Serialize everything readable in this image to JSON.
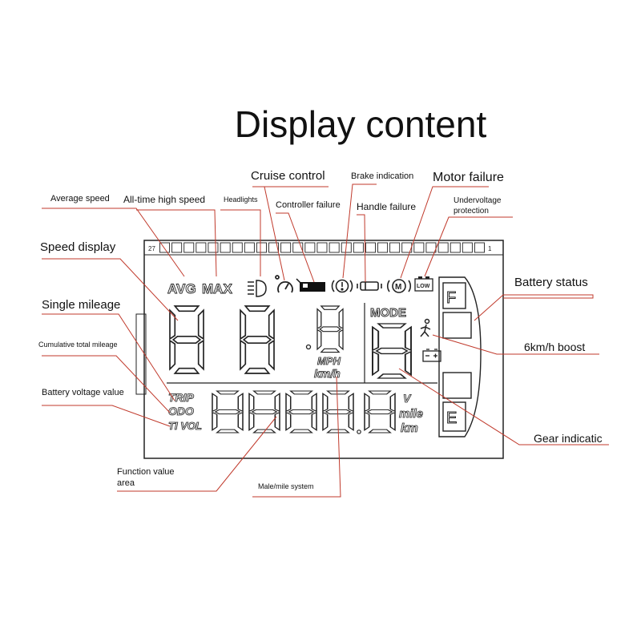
{
  "title": "Display content",
  "labels": {
    "average_speed": "Average speed",
    "all_time_high_speed": "All-time high speed",
    "headlights": "Headlights",
    "cruise_control": "Cruise control",
    "controller_failure": "Controller failure",
    "brake_indication": "Brake indication",
    "handle_failure": "Handle failure",
    "motor_failure": "Motor failure",
    "undervoltage_protection_1": "Undervoltage",
    "undervoltage_protection_2": "protection",
    "speed_display": "Speed display",
    "battery_status": "Battery status",
    "single_mileage": "Single mileage",
    "cumulative_total_mileage": "Cumulative total mileage",
    "boost_6kmh": "6km/h boost",
    "battery_voltage_value": "Battery voltage value",
    "gear_indication": "Gear indicatic",
    "function_value_area_1": "Function value",
    "function_value_area_2": "area",
    "male_mile_system": "Male/mile system"
  },
  "lcd": {
    "scale_left": "27",
    "scale_right": "1",
    "avg": "AVG",
    "max": "MAX",
    "mph": "MPH",
    "kmh": "km/h",
    "mode": "MODE",
    "trip": "TRIP",
    "odo": "ODO",
    "tivol": "TI VOL",
    "v": "V",
    "mile": "mile",
    "km": "km",
    "low": "LOW",
    "battery_full": "F",
    "battery_empty": "E",
    "motor": "M"
  },
  "colors": {
    "leader_line": "#c0392b",
    "lcd_outline": "#222222"
  }
}
